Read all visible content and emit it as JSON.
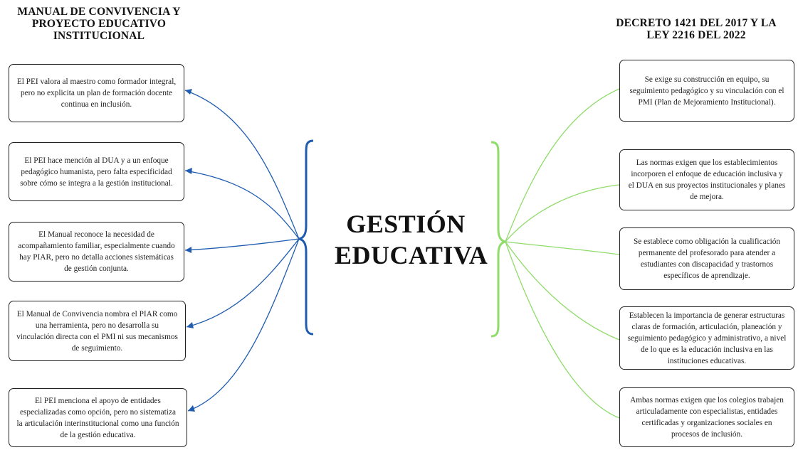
{
  "center": {
    "line1": "GESTIÓN",
    "line2": "EDUCATIVA"
  },
  "left": {
    "heading_lines": [
      "MANUAL DE CONVIVENCIA Y",
      "PROYECTO EDUCATIVO",
      "INSTITUCIONAL"
    ],
    "color": "#1f5cb0",
    "boxes": [
      "El PEI valora al maestro como formador integral, pero no explicita un plan de formación docente continua en inclusión.",
      "El PEI hace mención al DUA y a un enfoque pedagógico humanista, pero falta especificidad sobre cómo se integra a la gestión institucional.",
      "El Manual reconoce la necesidad de acompañamiento familiar, especialmente cuando hay PIAR, pero no detalla acciones sistemáticas de gestión conjunta.",
      "El Manual de Convivencia nombra el PIAR como una herramienta, pero no desarrolla su vinculación directa con el PMI ni sus mecanismos de seguimiento.",
      "El PEI menciona el apoyo de entidades especializadas como opción, pero no sistematiza la articulación interinstitucional como una función de la gestión educativa."
    ]
  },
  "right": {
    "heading_lines": [
      "DECRETO 1421 DEL 2017 Y LA",
      "LEY 2216 DEL 2022"
    ],
    "color": "#8fdc6a",
    "boxes": [
      "Se exige su construcción en equipo, su seguimiento pedagógico y su vinculación con el PMI (Plan de Mejoramiento Institucional).",
      "Las normas exigen que los establecimientos incorporen el enfoque de educación inclusiva y el DUA en sus proyectos institucionales y planes de mejora.",
      "Se establece como obligación la cualificación permanente del profesorado para atender a estudiantes con discapacidad y trastornos específicos de aprendizaje.",
      "Establecen la importancia de generar estructuras claras de formación, articulación, planeación y seguimiento pedagógico y administrativo, a nivel de lo que es la educación inclusiva en las instituciones educativas.",
      "Ambas normas exigen que los colegios trabajen articuladamente con especialistas, entidades certificadas y organizaciones sociales en procesos de inclusión."
    ]
  }
}
